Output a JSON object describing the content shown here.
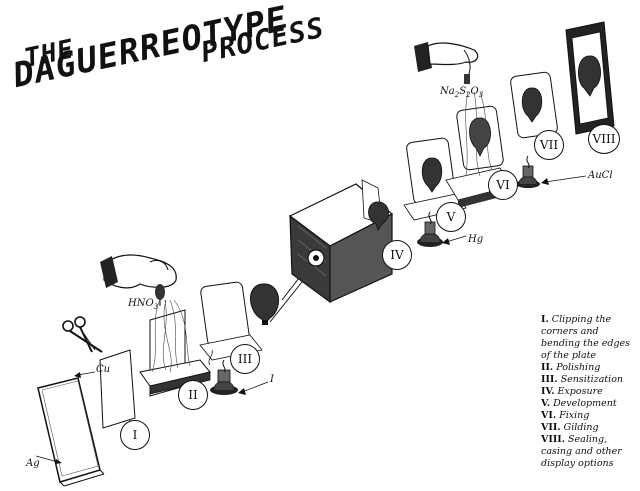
{
  "title": {
    "line1": "THE",
    "line2": "DAGUERREOTYPE",
    "line3": "PROCESS"
  },
  "labels": {
    "ag": "Ag",
    "cu": "Cu",
    "hno3": "HNO",
    "hno3_sub": "3",
    "iodine": "I",
    "hg": "Hg",
    "na2s2o3": "Na",
    "na2s2o3_s1": "2",
    "na2s2o3_mid": "S",
    "na2s2o3_s2": "2",
    "na2s2o3_o": "O",
    "na2s2o3_s3": "3",
    "aucl": "AuCl"
  },
  "steps": [
    {
      "num": "I",
      "text": "I.",
      "desc": "Clipping the corners and bending the edges of the plate"
    },
    {
      "num": "II",
      "text": "II.",
      "desc": "Polishing"
    },
    {
      "num": "III",
      "text": "III.",
      "desc": "Sensitization"
    },
    {
      "num": "IV",
      "text": "IV.",
      "desc": "Exposure"
    },
    {
      "num": "V",
      "text": "V.",
      "desc": "Development"
    },
    {
      "num": "VI",
      "text": "VI.",
      "desc": "Fixing"
    },
    {
      "num": "VII",
      "text": "VII.",
      "desc": "Gilding"
    },
    {
      "num": "VIII",
      "text": "VIII.",
      "desc": "Sealing, casing and other display options"
    }
  ],
  "colors": {
    "ink": "#111111",
    "paper": "#ffffff",
    "shade": "#555555"
  }
}
